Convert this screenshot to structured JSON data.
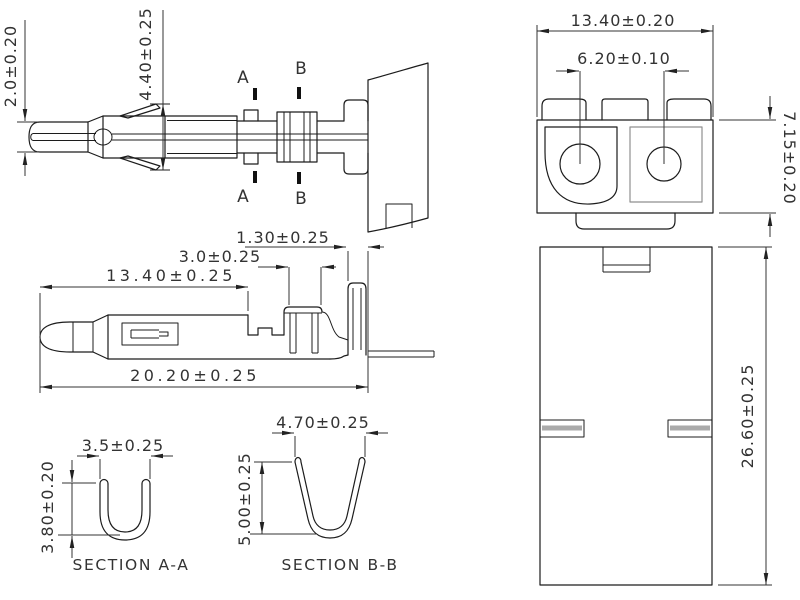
{
  "drawing": {
    "background": "#ffffff",
    "line_color": "#1c1c1c",
    "dim_color": "#333333",
    "gray_color": "#8f8f8f",
    "views": {
      "terminal_side": {
        "marker_a": "A",
        "marker_b": "B",
        "dim_tip_height": "2.0±0.20",
        "dim_lance_span": "4.40±0.25"
      },
      "housing_front": {
        "dim_width": "13.40±0.20",
        "dim_pitch": "6.20±0.10",
        "dim_height": "7.15±0.20"
      },
      "terminal_bottom": {
        "dim_wing_width": "1.30±0.25",
        "dim_crimp_width": "3.0±0.25",
        "dim_body_length": "13.40±0.25",
        "dim_overall_length": "20.20±0.25"
      },
      "section_aa": {
        "label": "SECTION A-A",
        "dim_width": "3.5±0.25",
        "dim_height": "3.80±0.20"
      },
      "section_bb": {
        "label": "SECTION B-B",
        "dim_width": "4.70±0.25",
        "dim_height": "5.00±0.25"
      },
      "housing_side": {
        "dim_length": "26.60±0.25"
      }
    }
  }
}
